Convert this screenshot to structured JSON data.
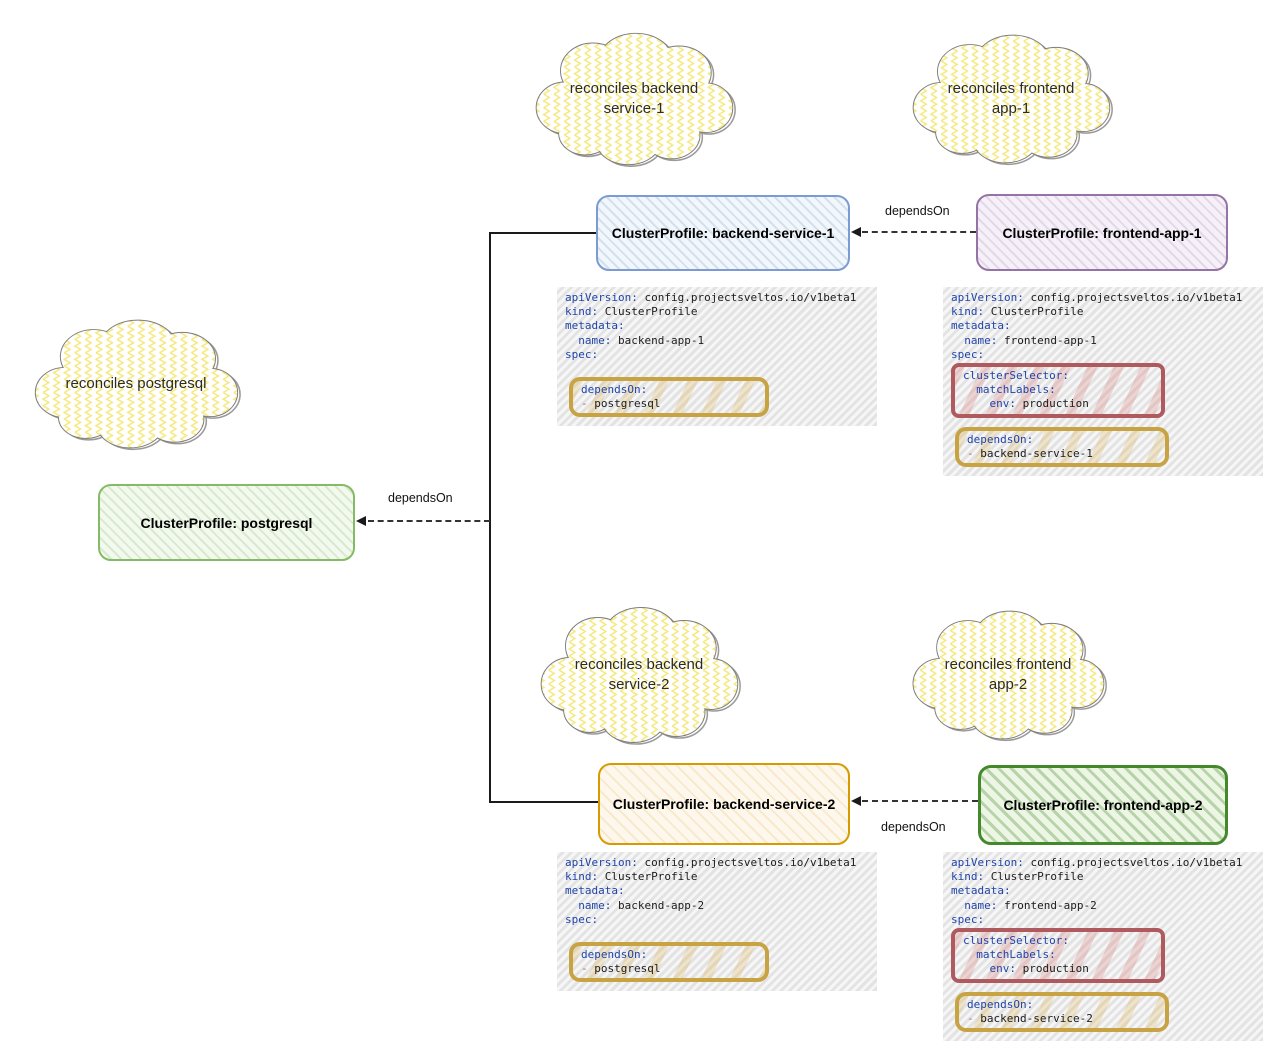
{
  "clouds": [
    {
      "text": "reconciles backend\nservice-1"
    },
    {
      "text": "reconciles frontend\napp-1"
    },
    {
      "text": "reconciles postgresql"
    },
    {
      "text": "reconciles backend\nservice-2"
    },
    {
      "text": "reconciles frontend\napp-2"
    }
  ],
  "profiles": [
    {
      "label": "ClusterProfile: backend-service-1",
      "color": "#7b9bd2"
    },
    {
      "label": "ClusterProfile: frontend-app-1",
      "color": "#9673a6"
    },
    {
      "label": "ClusterProfile: postgresql",
      "color": "#86bb66"
    },
    {
      "label": "ClusterProfile: backend-service-2",
      "color": "#d79b00"
    },
    {
      "label": "ClusterProfile: frontend-app-2",
      "color": "#44882c"
    }
  ],
  "edges": [
    {
      "label": "dependsOn"
    },
    {
      "label": "dependsOn"
    },
    {
      "label": "dependsOn"
    }
  ],
  "highlight_colors": {
    "gold": "#c8a343",
    "red": "#ae5a5e"
  },
  "yaml_blocks": [
    {
      "id": "backend-service-1",
      "sections": [
        {
          "type": "plain",
          "lines": [
            [
              {
                "t": "apiVersion:",
                "c": "key"
              },
              {
                "t": " config.projectsveltos.io/v1beta1",
                "c": "val"
              }
            ],
            [
              {
                "t": "kind:",
                "c": "key"
              },
              {
                "t": " ClusterProfile",
                "c": "val"
              }
            ],
            [
              {
                "t": "metadata:",
                "c": "key"
              }
            ],
            [
              {
                "t": "  ",
                "c": "val"
              },
              {
                "t": "name:",
                "c": "key"
              },
              {
                "t": " backend-app-1",
                "c": "val"
              }
            ],
            [
              {
                "t": "spec:",
                "c": "key"
              }
            ]
          ]
        },
        {
          "type": "gap"
        },
        {
          "type": "gold",
          "lines": [
            [
              {
                "t": "dependsOn:",
                "c": "key"
              }
            ],
            [
              {
                "t": "-",
                "c": "dash"
              },
              {
                "t": " postgresql",
                "c": "val"
              }
            ]
          ]
        }
      ]
    },
    {
      "id": "frontend-app-1",
      "sections": [
        {
          "type": "plain",
          "lines": [
            [
              {
                "t": "apiVersion:",
                "c": "key"
              },
              {
                "t": " config.projectsveltos.io/v1beta1",
                "c": "val"
              }
            ],
            [
              {
                "t": "kind:",
                "c": "key"
              },
              {
                "t": " ClusterProfile",
                "c": "val"
              }
            ],
            [
              {
                "t": "metadata:",
                "c": "key"
              }
            ],
            [
              {
                "t": "  ",
                "c": "val"
              },
              {
                "t": "name:",
                "c": "key"
              },
              {
                "t": " frontend-app-1",
                "c": "val"
              }
            ],
            [
              {
                "t": "spec:",
                "c": "key"
              }
            ]
          ]
        },
        {
          "type": "red",
          "lines": [
            [
              {
                "t": "clusterSelector:",
                "c": "key"
              }
            ],
            [
              {
                "t": "  ",
                "c": "val"
              },
              {
                "t": "matchLabels:",
                "c": "key"
              }
            ],
            [
              {
                "t": "    ",
                "c": "val"
              },
              {
                "t": "env:",
                "c": "key"
              },
              {
                "t": " production",
                "c": "val"
              }
            ]
          ]
        },
        {
          "type": "gap-sm"
        },
        {
          "type": "gold",
          "lines": [
            [
              {
                "t": "dependsOn:",
                "c": "key"
              }
            ],
            [
              {
                "t": "-",
                "c": "dash"
              },
              {
                "t": " backend-service-1",
                "c": "val"
              }
            ]
          ]
        }
      ]
    },
    {
      "id": "backend-service-2",
      "sections": [
        {
          "type": "plain",
          "lines": [
            [
              {
                "t": "apiVersion:",
                "c": "key"
              },
              {
                "t": " config.projectsveltos.io/v1beta1",
                "c": "val"
              }
            ],
            [
              {
                "t": "kind:",
                "c": "key"
              },
              {
                "t": " ClusterProfile",
                "c": "val"
              }
            ],
            [
              {
                "t": "metadata:",
                "c": "key"
              }
            ],
            [
              {
                "t": "  ",
                "c": "val"
              },
              {
                "t": "name:",
                "c": "key"
              },
              {
                "t": " backend-app-2",
                "c": "val"
              }
            ],
            [
              {
                "t": "spec:",
                "c": "key"
              }
            ]
          ]
        },
        {
          "type": "gap"
        },
        {
          "type": "gold",
          "lines": [
            [
              {
                "t": "dependsOn:",
                "c": "key"
              }
            ],
            [
              {
                "t": "-",
                "c": "dash"
              },
              {
                "t": " postgresql",
                "c": "val"
              }
            ]
          ]
        }
      ]
    },
    {
      "id": "frontend-app-2",
      "sections": [
        {
          "type": "plain",
          "lines": [
            [
              {
                "t": "apiVersion:",
                "c": "key"
              },
              {
                "t": " config.projectsveltos.io/v1beta1",
                "c": "val"
              }
            ],
            [
              {
                "t": "kind:",
                "c": "key"
              },
              {
                "t": " ClusterProfile",
                "c": "val"
              }
            ],
            [
              {
                "t": "metadata:",
                "c": "key"
              }
            ],
            [
              {
                "t": "  ",
                "c": "val"
              },
              {
                "t": "name:",
                "c": "key"
              },
              {
                "t": " frontend-app-2",
                "c": "val"
              }
            ],
            [
              {
                "t": "spec:",
                "c": "key"
              }
            ]
          ]
        },
        {
          "type": "red",
          "lines": [
            [
              {
                "t": "clusterSelector:",
                "c": "key"
              }
            ],
            [
              {
                "t": "  ",
                "c": "val"
              },
              {
                "t": "matchLabels:",
                "c": "key"
              }
            ],
            [
              {
                "t": "    ",
                "c": "val"
              },
              {
                "t": "env:",
                "c": "key"
              },
              {
                "t": " production",
                "c": "val"
              }
            ]
          ]
        },
        {
          "type": "gap-sm"
        },
        {
          "type": "gold",
          "lines": [
            [
              {
                "t": "dependsOn:",
                "c": "key"
              }
            ],
            [
              {
                "t": "-",
                "c": "dash"
              },
              {
                "t": " backend-service-2",
                "c": "val"
              }
            ]
          ]
        }
      ]
    }
  ]
}
